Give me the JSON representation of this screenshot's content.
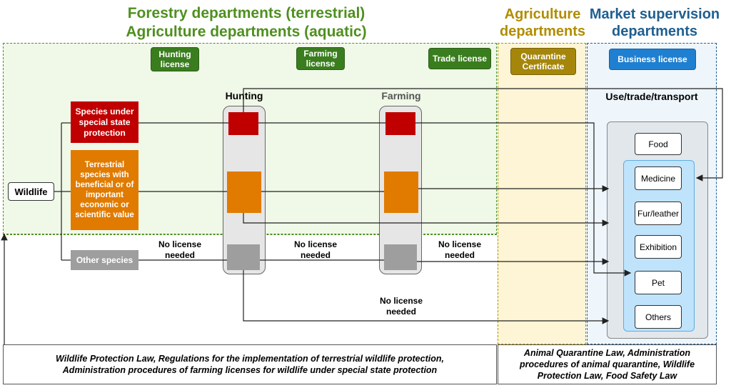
{
  "headers": {
    "forestry_line1": "Forestry departments (terrestrial)",
    "forestry_line2": "Agriculture departments (aquatic)",
    "agriculture": "Agriculture departments",
    "market": "Market supervision departments"
  },
  "licenses": {
    "hunting": "Hunting license",
    "farming": "Farming license",
    "trade": "Trade license",
    "quarantine": "Quarantine Certificate",
    "business": "Business license"
  },
  "stages": {
    "hunting": "Hunting",
    "farming": "Farming",
    "use": "Use/trade/transport"
  },
  "source": "Wildlife",
  "categories": {
    "special": "Species under special state protection",
    "terrestrial": "Terrestrial species with beneficial or of important economic or scientific value",
    "other": "Other species"
  },
  "no_license": "No license needed",
  "uses": [
    "Food",
    "Medicine",
    "Fur/leather",
    "Exhibition",
    "Pet",
    "Others"
  ],
  "footers": {
    "left": "Wildlife Protection Law, Regulations for the implementation of terrestrial wildlife protection, Administration procedures of farming licenses for wildlife under special state protection",
    "right": "Animal Quarantine Law, Administration procedures of animal quarantine, Wildlife Protection Law, Food Safety Law"
  },
  "colors": {
    "red": "#c00000",
    "orange": "#e07b00",
    "gray": "#9e9e9e",
    "green": "#3a7d1e",
    "gold": "#a5860a",
    "blue": "#1f7fd0"
  }
}
